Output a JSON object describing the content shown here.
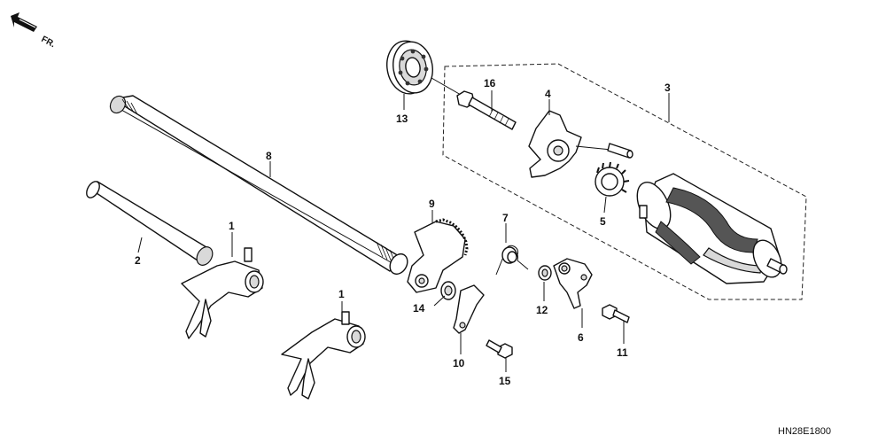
{
  "direction_indicator": {
    "label": "FR."
  },
  "diagram_code": "HN28E1800",
  "callouts": [
    {
      "id": "1a",
      "label": "1"
    },
    {
      "id": "1b",
      "label": "1"
    },
    {
      "id": "2",
      "label": "2"
    },
    {
      "id": "3",
      "label": "3"
    },
    {
      "id": "4",
      "label": "4"
    },
    {
      "id": "5",
      "label": "5"
    },
    {
      "id": "6",
      "label": "6"
    },
    {
      "id": "7",
      "label": "7"
    },
    {
      "id": "8",
      "label": "8"
    },
    {
      "id": "9",
      "label": "9"
    },
    {
      "id": "10",
      "label": "10"
    },
    {
      "id": "11",
      "label": "11"
    },
    {
      "id": "12",
      "label": "12"
    },
    {
      "id": "13",
      "label": "13"
    },
    {
      "id": "14",
      "label": "14"
    },
    {
      "id": "15",
      "label": "15"
    },
    {
      "id": "16",
      "label": "16"
    }
  ]
}
